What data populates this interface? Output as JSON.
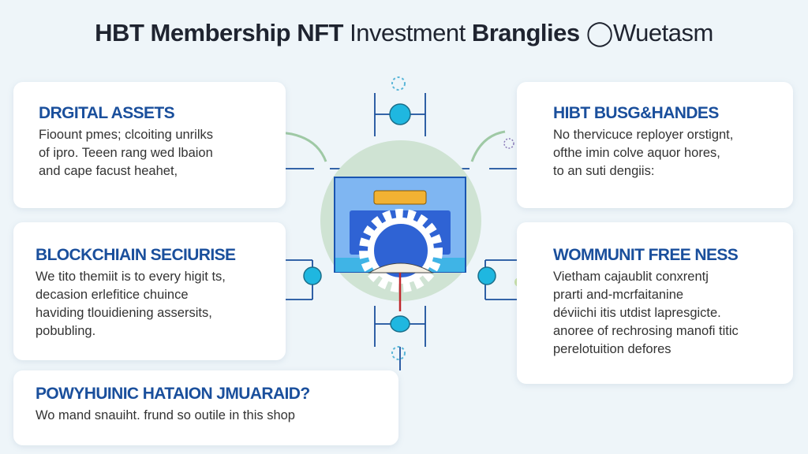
{
  "title": {
    "part1": "HBT Membership NFT",
    "part2": "Investment",
    "part3": "Branglies",
    "part4": "Wuetasm"
  },
  "cards": [
    {
      "heading": "DRGITAL ASSETS",
      "lines": [
        "Fioount pmes; clcoiting unrilks",
        "of ipro. Teeen rang wed lbaion",
        "and cape facust heahet,"
      ]
    },
    {
      "heading": "BLOCKCHIAIN SECIURISE",
      "lines": [
        "We tito themiit is to every higit ts,",
        "decasion erlefitice chuince",
        "haviding tlouidiening assersits,",
        "pobubling."
      ]
    },
    {
      "heading": "HIBT BUSG&HANDES",
      "lines": [
        "No thervicuce reployer orstignt,",
        "ofthe imin colve aquor hores,",
        "to an suti dengiis:"
      ]
    },
    {
      "heading": "WOMMUNIT FREE NESS",
      "lines": [
        "Vietham cajaublit conxrentj",
        "prarti and-mcrfaitanine",
        "déviichi itis utdist lapresgicte.",
        "anoree of rechrosing manofi titic",
        "perelotuition defores"
      ]
    },
    {
      "heading": "POWYHUINIC HATAION JMUARAID?",
      "lines": [
        "Wo mand snauiht. frund so outile in this shop"
      ]
    }
  ],
  "colors": {
    "accent": "#1a4f9c",
    "node": "#1fb7e0",
    "circle_bg": "#cfe3d3",
    "screen": "#7fb6f2",
    "badge": "#f2b233"
  }
}
